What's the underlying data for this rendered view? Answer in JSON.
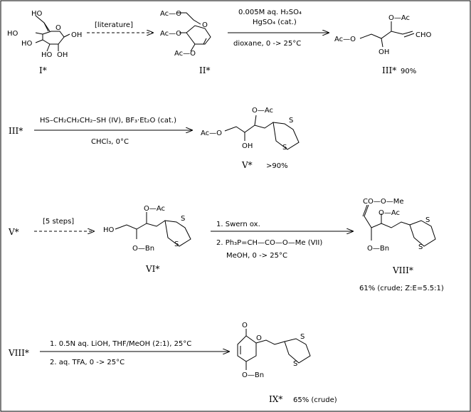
{
  "frame": {
    "border_color": "#000000",
    "background": "#ffffff"
  },
  "compounds": {
    "I": "I*",
    "II": "II*",
    "III": "III*",
    "V": "V*",
    "VI": "VI*",
    "VIII": "VIII*",
    "IX": "IX*"
  },
  "yields": {
    "III": "90%",
    "V": ">90%",
    "VIII": "61% (crude; Z:E=5.5:1)",
    "IX": "65% (crude)"
  },
  "step1": {
    "reagent": "[literature]"
  },
  "step2": {
    "line1": "0.005M aq. H₂SO₄",
    "line2": "HgSO₄ (cat.)",
    "line3": "dioxane, 0 -> 25°C"
  },
  "step3": {
    "start": "III*",
    "line1": "HS–CH₂CH₂CH₂–SH (IV), BF₃·Et₂O (cat.)",
    "line2": "CHCl₃, 0°C"
  },
  "step4": {
    "start": "V*",
    "reagent": "[5 steps]"
  },
  "step5": {
    "line1": "1. Swern ox.",
    "line2": "2. Ph₃P=CH—CO—O—Me (VII)",
    "line3": "MeOH, 0 -> 25°C"
  },
  "step6": {
    "start": "VIII*",
    "line1": "1. 0.5N aq. LiOH, THF/MeOH (2:1), 25°C",
    "line2": "2. aq. TFA, 0 -> 25°C"
  },
  "atoms": {
    "ho": "HO",
    "oh": "OH",
    "o": "O",
    "ac": "Ac",
    "oac": "O—Ac",
    "aco": "Ac—O",
    "cho": "CHO",
    "s": "S",
    "bn": "Bn",
    "obn": "O—Bn",
    "co_o_me": "CO—O—Me"
  }
}
